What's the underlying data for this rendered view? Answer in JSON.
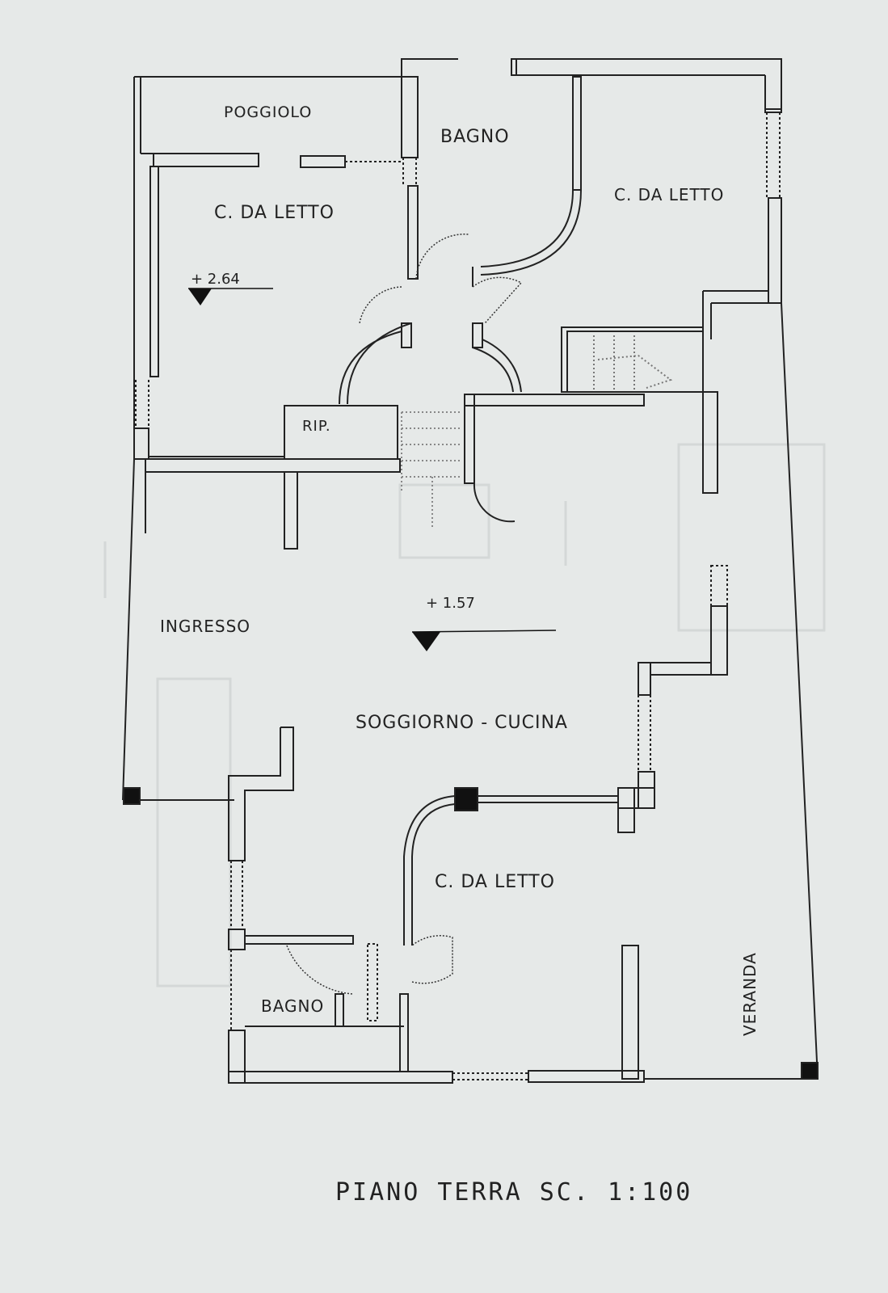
{
  "rooms": {
    "poggiolo": "POGGIOLO",
    "bagno_top": "BAGNO",
    "letto_top_left": "C. DA LETTO",
    "letto_top_right": "C. DA LETTO",
    "rip": "RIP.",
    "ingresso": "INGRESSO",
    "soggiorno": "SOGGIORNO - CUCINA",
    "letto_bottom": "C. DA LETTO",
    "bagno_bottom": "BAGNO",
    "veranda": "VERANDA"
  },
  "levels": {
    "upper": "+ 2.64",
    "main": "+ 1.57"
  },
  "title": "PIANO TERRA SC. 1:100"
}
